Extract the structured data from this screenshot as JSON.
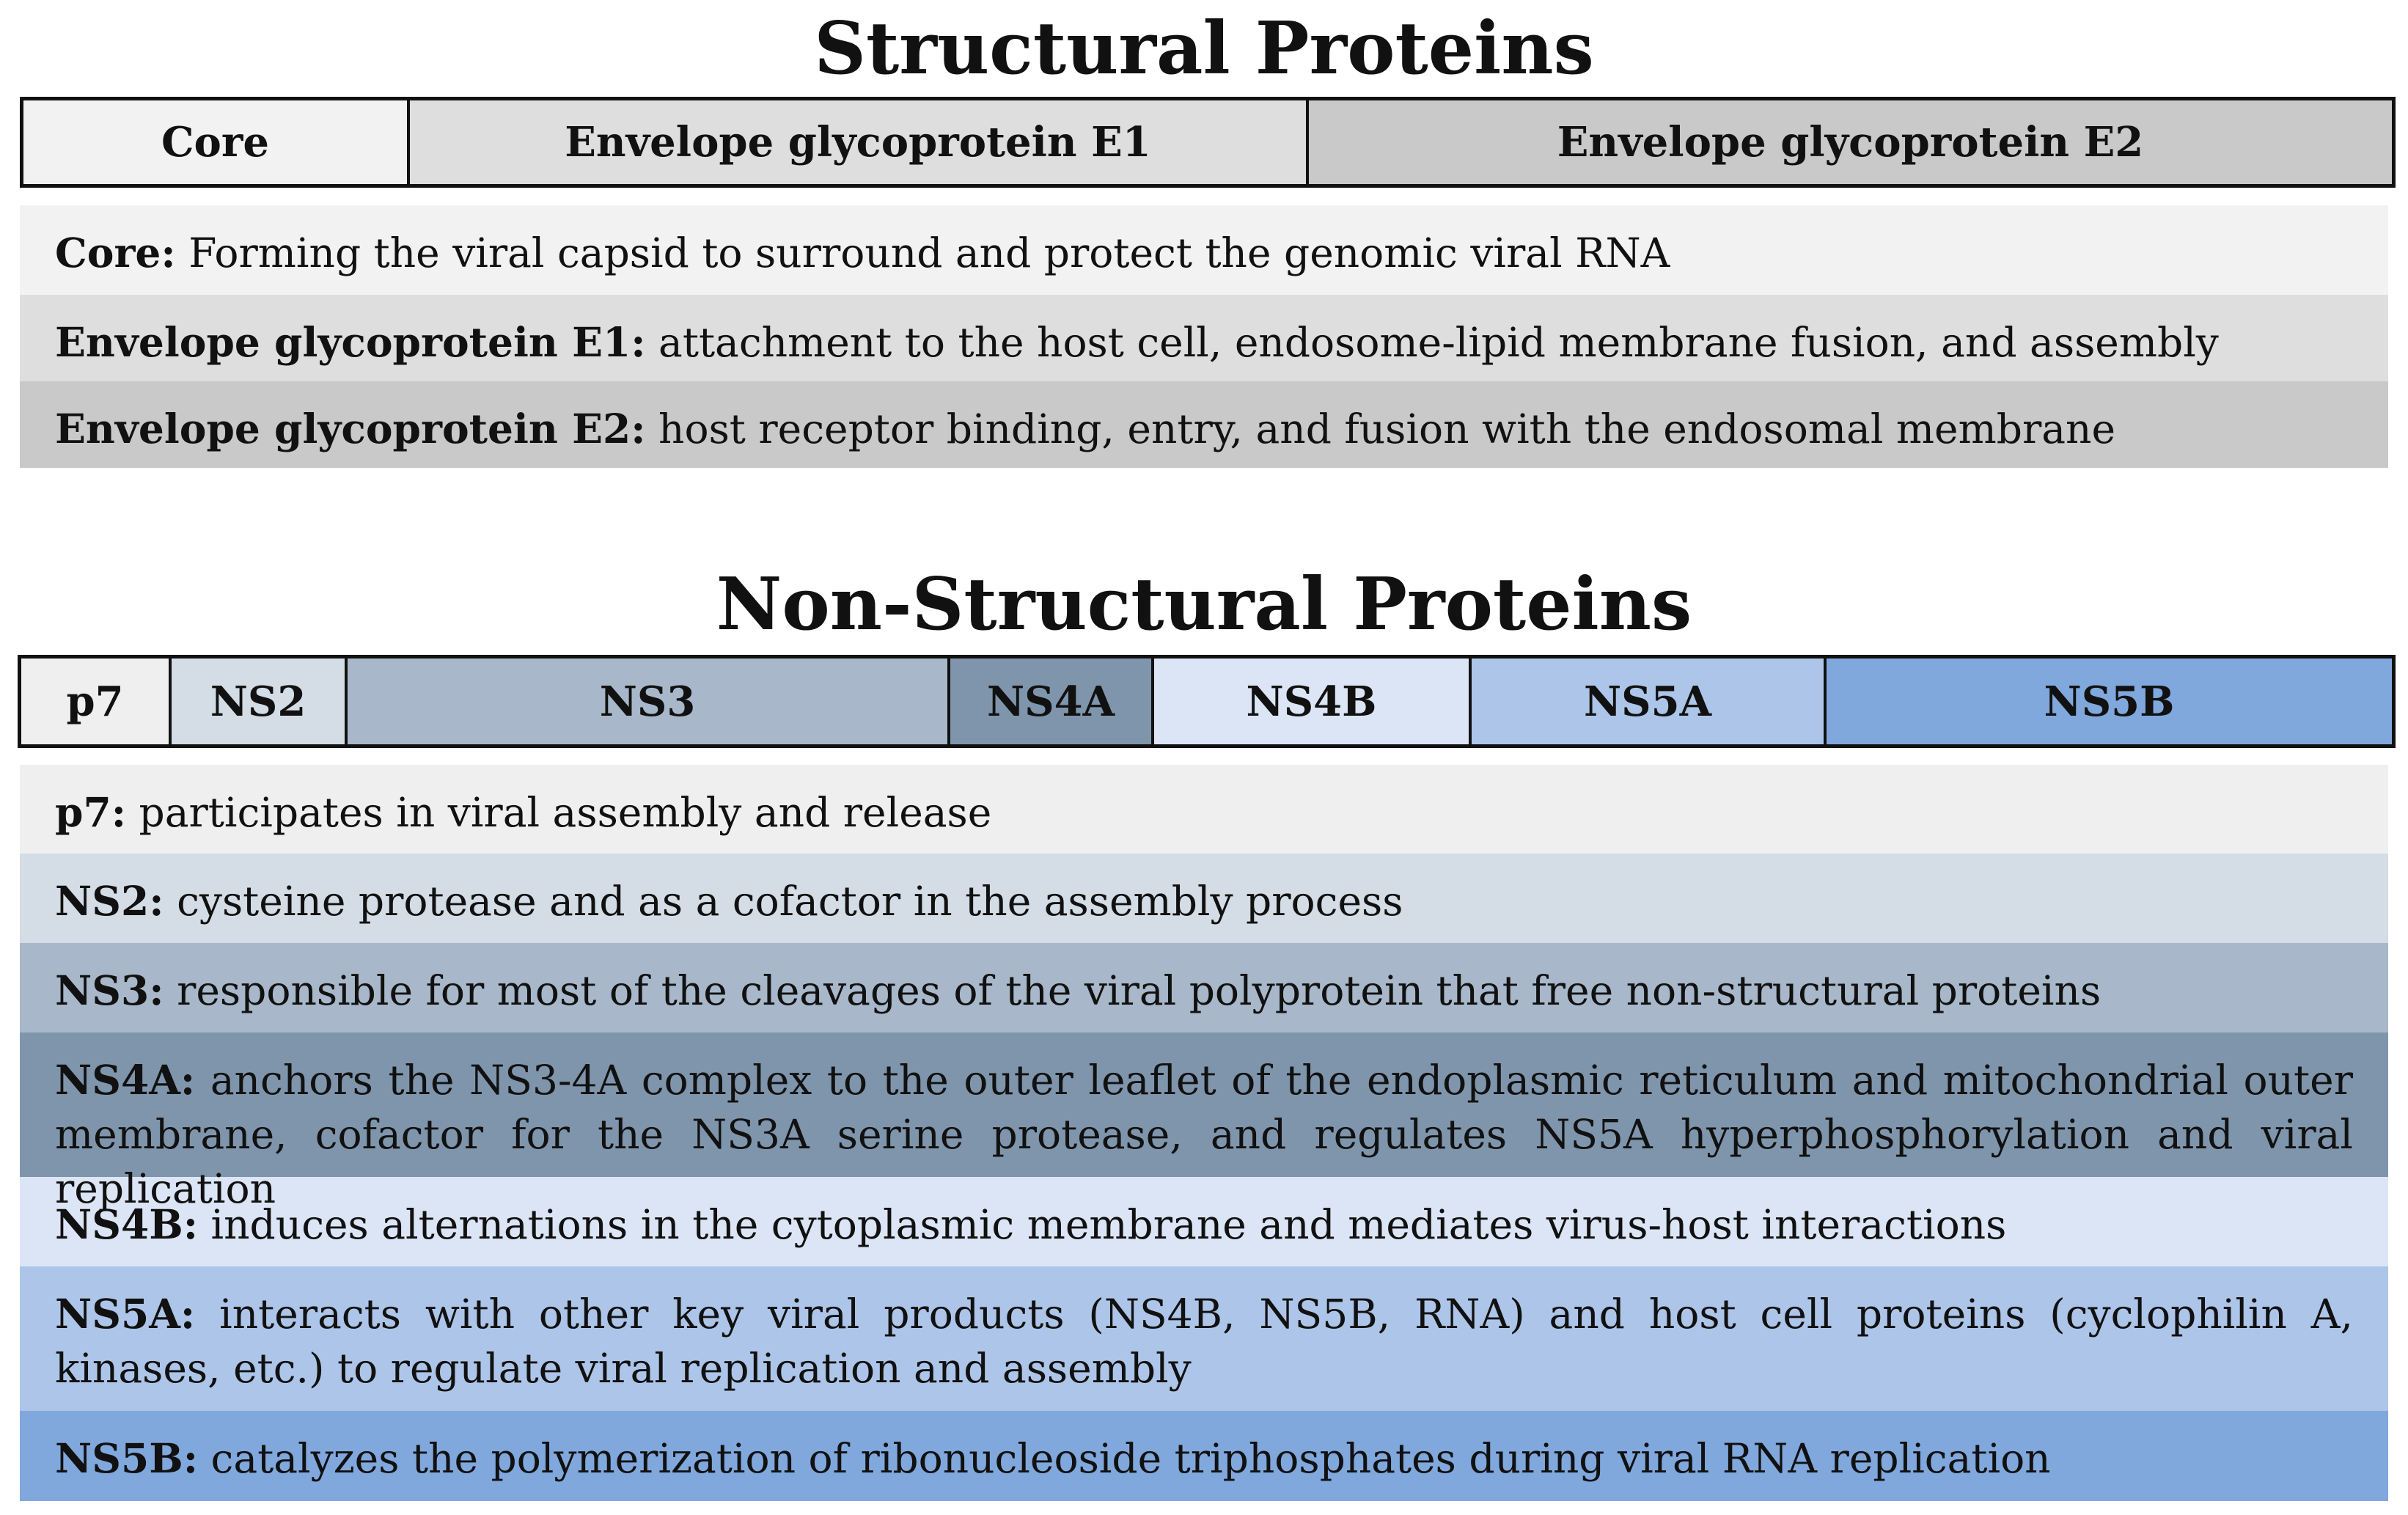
{
  "structural": {
    "title": "Structural Proteins",
    "segments": [
      {
        "label": "Core",
        "color": "#f2f2f2"
      },
      {
        "label": "Envelope glycoprotein E1",
        "color": "#dedede"
      },
      {
        "label": "Envelope glycoprotein E2",
        "color": "#c9c9c9"
      }
    ],
    "descriptions": [
      {
        "term": "Core:",
        "text": "Forming the viral capsid to surround and protect the genomic viral RNA",
        "color": "#f2f2f2"
      },
      {
        "term": "Envelope glycoprotein E1:",
        "text": "attachment to the host cell, endosome-lipid membrane fusion, and assembly",
        "color": "#dedede"
      },
      {
        "term": "Envelope glycoprotein E2:",
        "text": "host receptor binding, entry, and fusion with the endosomal membrane",
        "color": "#c9c9c9"
      }
    ]
  },
  "nonstructural": {
    "title": "Non-Structural Proteins",
    "segments": [
      {
        "label": "p7",
        "color": "#efefef"
      },
      {
        "label": "NS2",
        "color": "#d4dce5"
      },
      {
        "label": "NS3",
        "color": "#a8b8ca"
      },
      {
        "label": "NS4A",
        "color": "#7f95ac"
      },
      {
        "label": "NS4B",
        "color": "#dbe5f5"
      },
      {
        "label": "NS5A",
        "color": "#adc5e8"
      },
      {
        "label": "NS5B",
        "color": "#80a8dd"
      }
    ],
    "descriptions": [
      {
        "term": "p7:",
        "text": "participates in viral assembly and release",
        "color": "#efefef"
      },
      {
        "term": "NS2:",
        "text": "cysteine protease and as a cofactor in the assembly process",
        "color": "#d4dce5"
      },
      {
        "term": "NS3:",
        "text": "responsible for most of the cleavages of the viral polyprotein that free non-structural proteins",
        "color": "#a8b8ca"
      },
      {
        "term": "NS4A:",
        "text": "anchors the NS3-4A complex to the outer leaflet of the endoplasmic reticulum and mitochondrial outer membrane, cofactor for the NS3A serine protease, and regulates NS5A hyperphosphorylation and viral replication",
        "color": "#7f95ac"
      },
      {
        "term": "NS4B:",
        "text": "induces alternations in the cytoplasmic membrane and mediates virus-host interactions",
        "color": "#dbe5f5"
      },
      {
        "term": "NS5A:",
        "text": "interacts with other key viral products (NS4B, NS5B, RNA) and host cell proteins (cyclophilin A, kinases, etc.) to regulate viral replication and assembly",
        "color": "#adc5e8"
      },
      {
        "term": "NS5B:",
        "text": "catalyzes the polymerization of ribonucleoside triphosphates during viral RNA replication",
        "color": "#80a8dd"
      }
    ]
  }
}
